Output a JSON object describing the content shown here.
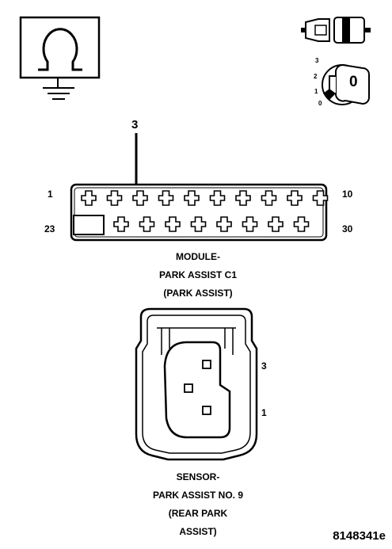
{
  "callout_pin": "3",
  "module_connector": {
    "pin_first_top": "1",
    "pin_last_top": "10",
    "pin_first_bottom": "23",
    "pin_last_bottom": "30",
    "caption_lines": [
      "MODULE-",
      "PARK ASSIST C1",
      "(PARK ASSIST)"
    ]
  },
  "sensor_connector": {
    "pin_top": "3",
    "pin_bottom": "1",
    "caption_lines": [
      "SENSOR-",
      "PARK ASSIST NO. 9",
      "(REAR PARK",
      "ASSIST)"
    ]
  },
  "ignition_switch": {
    "key_label": "0",
    "positions": [
      "3",
      "2",
      "1",
      "0"
    ]
  },
  "figure_id": "8148341e"
}
